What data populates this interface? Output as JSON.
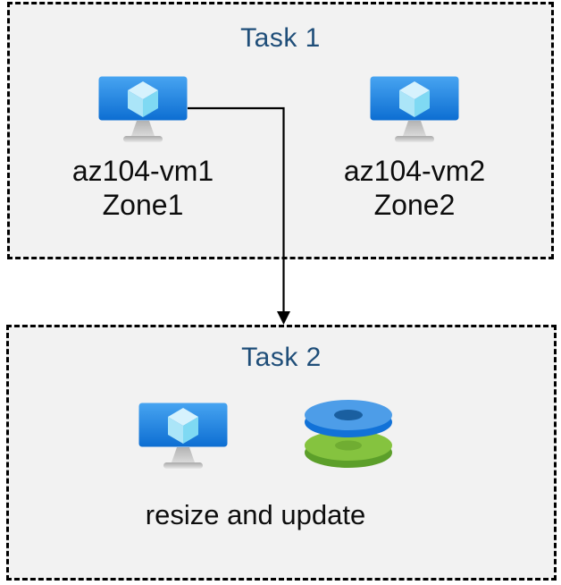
{
  "diagram": {
    "task1": {
      "title": "Task 1",
      "vms": [
        {
          "name": "az104-vm1",
          "zone": "Zone1"
        },
        {
          "name": "az104-vm2",
          "zone": "Zone2"
        }
      ]
    },
    "task2": {
      "title": "Task 2",
      "caption": "resize and update"
    },
    "connector": {
      "from": "az104-vm1",
      "to": "task2-box",
      "shape": "elbow-arrow-down"
    }
  },
  "colors": {
    "canvas_bg": "#ffffff",
    "box_bg": "#f2f2f2",
    "box_border": "#000000",
    "title_text": "#1f4e79",
    "body_text": "#0d0d0d",
    "arrow": "#000000",
    "vm_screen_top": "#47a4f1",
    "vm_screen_bottom": "#0d6ed2",
    "cube_top": "#d6f2fd",
    "cube_left": "#abe5f8",
    "cube_right": "#7fd9f3",
    "disk_blue_top": "#4d9de8",
    "disk_blue_side": "#1272d8",
    "disk_blue_hole": "#1a5fa0",
    "disk_green_top": "#85c33f",
    "disk_green_side": "#5c9f2a",
    "disk_green_hole": "#70ad32"
  }
}
